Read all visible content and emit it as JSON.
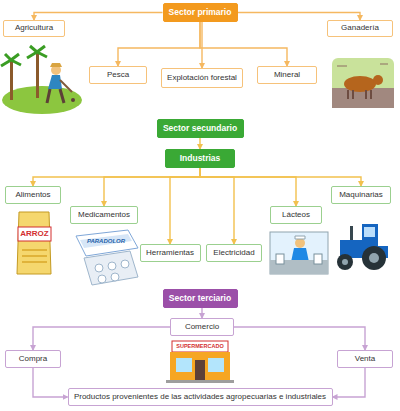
{
  "diagram": {
    "nodes": [
      {
        "text": [
          "Sector primario"
        ]
      },
      {
        "text": [
          "Agricultura"
        ]
      },
      {
        "text": [
          "Pesca"
        ]
      },
      {
        "text": [
          "Explotación forestal"
        ]
      },
      {
        "text": [
          "Mineral"
        ]
      },
      {
        "text": [
          "Ganadería"
        ]
      },
      {
        "text": [
          "Sector secundario"
        ]
      },
      {
        "text": [
          "Industrias"
        ]
      },
      {
        "text": [
          "Alimentos"
        ]
      },
      {
        "text": [
          "Medicamentos"
        ]
      },
      {
        "text": [
          "Herramientas"
        ]
      },
      {
        "text": [
          "Electricidad"
        ]
      },
      {
        "text": [
          "Lácteos"
        ]
      },
      {
        "text": [
          "Maquinarias"
        ]
      },
      {
        "text": [
          "Sector terciario"
        ]
      },
      {
        "text": [
          "Comercio"
        ]
      },
      {
        "text": [
          "Compra"
        ]
      },
      {
        "text": [
          "Venta"
        ]
      },
      {
        "text": [
          "Productos provenientes de las actividades agropecuarias e industriales"
        ]
      }
    ],
    "edges": [
      {
        "from": 0,
        "to": 1,
        "arrow": "to"
      },
      {
        "from": 0,
        "to": 2,
        "arrow": "to"
      },
      {
        "from": 0,
        "to": 3,
        "arrow": "to"
      },
      {
        "from": 0,
        "to": 4,
        "arrow": "to"
      },
      {
        "from": 0,
        "to": 5,
        "arrow": "to"
      },
      {
        "from": 6,
        "to": 7,
        "arrow": "to"
      },
      {
        "from": 7,
        "to": 8,
        "arrow": "to"
      },
      {
        "from": 7,
        "to": 9,
        "arrow": "to"
      },
      {
        "from": 7,
        "to": 10,
        "arrow": "to"
      },
      {
        "from": 7,
        "to": 11,
        "arrow": "to"
      },
      {
        "from": 7,
        "to": 12,
        "arrow": "to"
      },
      {
        "from": 7,
        "to": 13,
        "arrow": "to"
      },
      {
        "from": 14,
        "to": 15,
        "arrow": "to"
      },
      {
        "from": 15,
        "to": 16,
        "arrow": "to"
      },
      {
        "from": 15,
        "to": 17,
        "arrow": "to"
      },
      {
        "from": 16,
        "to": 18,
        "arrow": "to"
      },
      {
        "from": 17,
        "to": 18,
        "arrow": "to"
      }
    ],
    "labels": [
      "ARROZ",
      "PARADOLOR",
      "SUPERMERCADO"
    ]
  }
}
